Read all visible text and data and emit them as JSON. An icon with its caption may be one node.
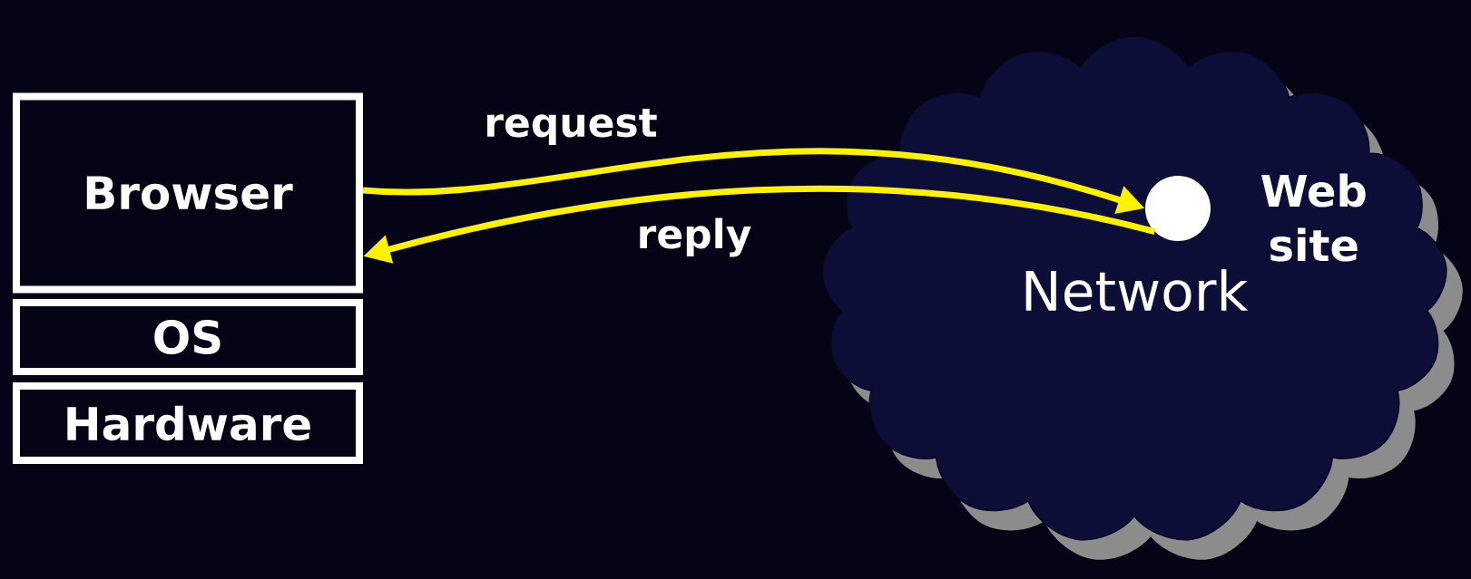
{
  "diagram": {
    "nodes": [
      {
        "text": [
          "Browser"
        ]
      },
      {
        "text": [
          "OS"
        ]
      },
      {
        "text": [
          "Hardware"
        ]
      },
      {
        "text": [
          "Network"
        ]
      },
      {
        "text": [],
        "shape": "circle",
        "in": 3,
        "beside": [
          "Web site"
        ]
      }
    ],
    "edges": [
      {
        "from": 0,
        "to": 4,
        "arrow": "to",
        "label": "request"
      },
      {
        "from": 4,
        "to": 0,
        "arrow": "to",
        "label": "reply"
      }
    ]
  }
}
